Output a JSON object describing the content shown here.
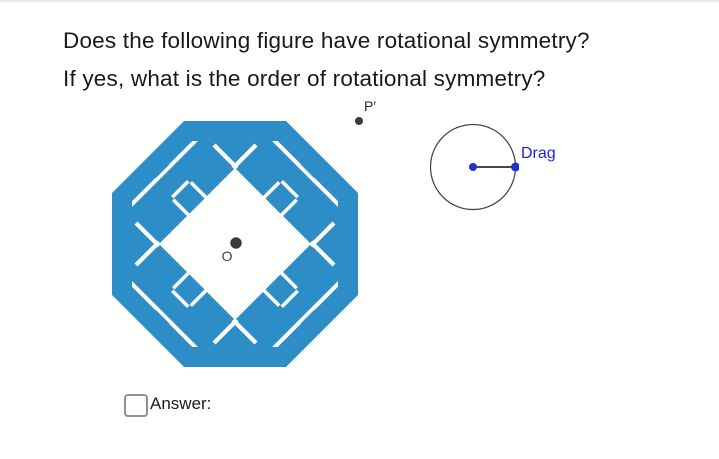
{
  "question": {
    "line1": "Does the following figure have rotational symmetry?",
    "line2": "If yes, what is the order of rotational symmetry?"
  },
  "figure": {
    "center_point_label": "O",
    "image_point_label": "P′"
  },
  "drag_widget": {
    "label": "Drag"
  },
  "answer": {
    "label": "Answer:",
    "checked": false
  },
  "colors": {
    "figure_blue": "#2d8dc7",
    "drag_text_blue": "#1e1edc",
    "handle_point_blue": "#2330d0",
    "dark_point_gray": "#3b3b3b"
  }
}
